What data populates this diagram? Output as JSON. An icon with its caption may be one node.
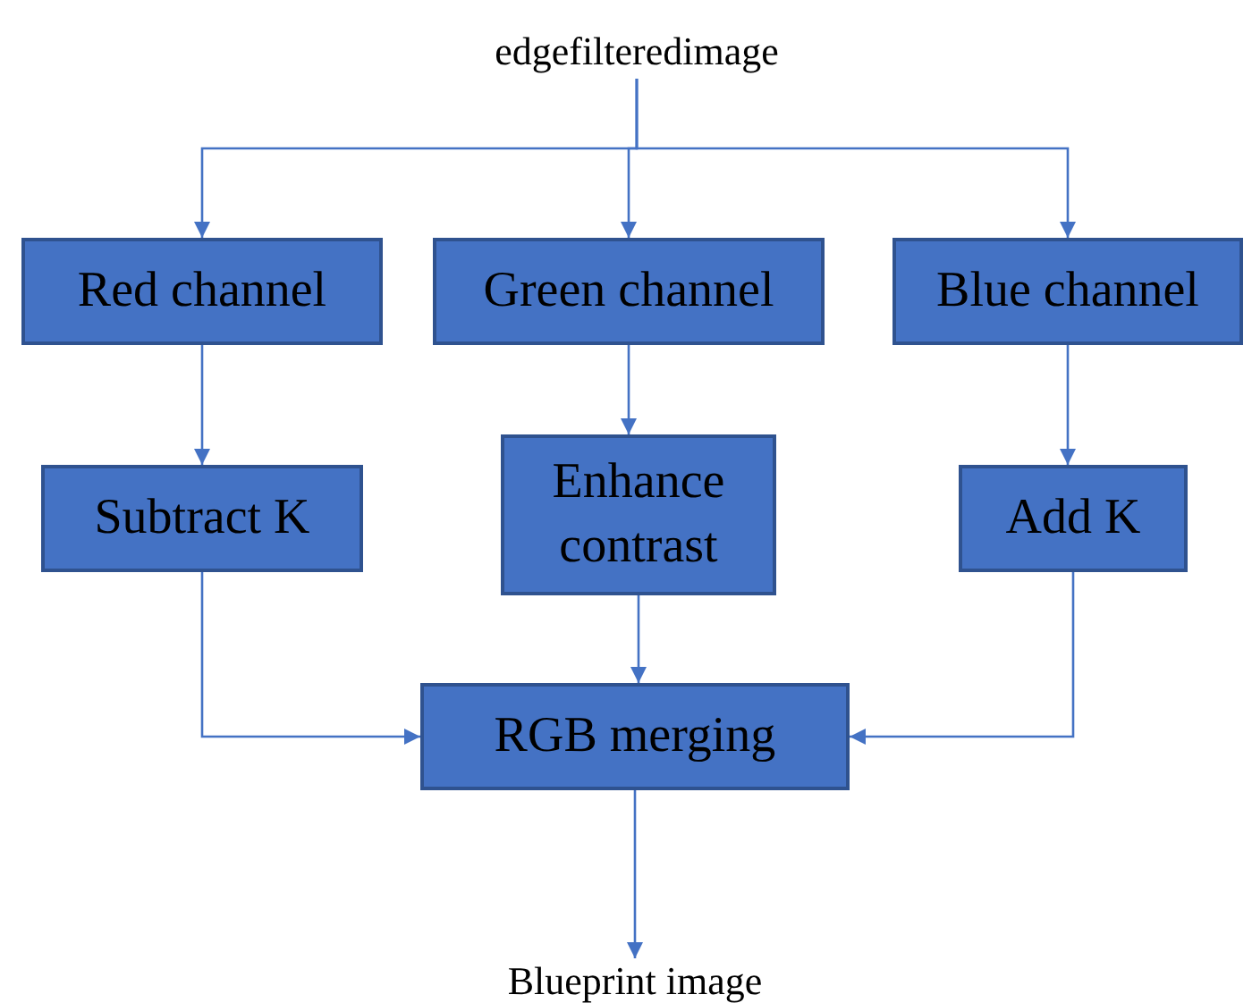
{
  "diagram": {
    "nodes": [
      {
        "text": [
          "edgefilteredimage"
        ]
      },
      {
        "text": [
          "Red channel"
        ]
      },
      {
        "text": [
          "Green channel"
        ]
      },
      {
        "text": [
          "Blue channel"
        ]
      },
      {
        "text": [
          "Subtract K"
        ]
      },
      {
        "text": [
          "Enhance contrast"
        ]
      },
      {
        "text": [
          "Add K"
        ]
      },
      {
        "text": [
          "RGB merging"
        ]
      },
      {
        "text": [
          "Blueprint image"
        ]
      }
    ],
    "edges": [
      {
        "from": 0,
        "to": 1,
        "arrow": "to"
      },
      {
        "from": 0,
        "to": 2,
        "arrow": "to"
      },
      {
        "from": 0,
        "to": 3,
        "arrow": "to"
      },
      {
        "from": 1,
        "to": 4,
        "arrow": "to"
      },
      {
        "from": 2,
        "to": 5,
        "arrow": "to"
      },
      {
        "from": 3,
        "to": 6,
        "arrow": "to"
      },
      {
        "from": 4,
        "to": 7,
        "arrow": "to"
      },
      {
        "from": 5,
        "to": 7,
        "arrow": "to"
      },
      {
        "from": 6,
        "to": 7,
        "arrow": "to"
      },
      {
        "from": 7,
        "to": 8,
        "arrow": "to"
      }
    ]
  }
}
